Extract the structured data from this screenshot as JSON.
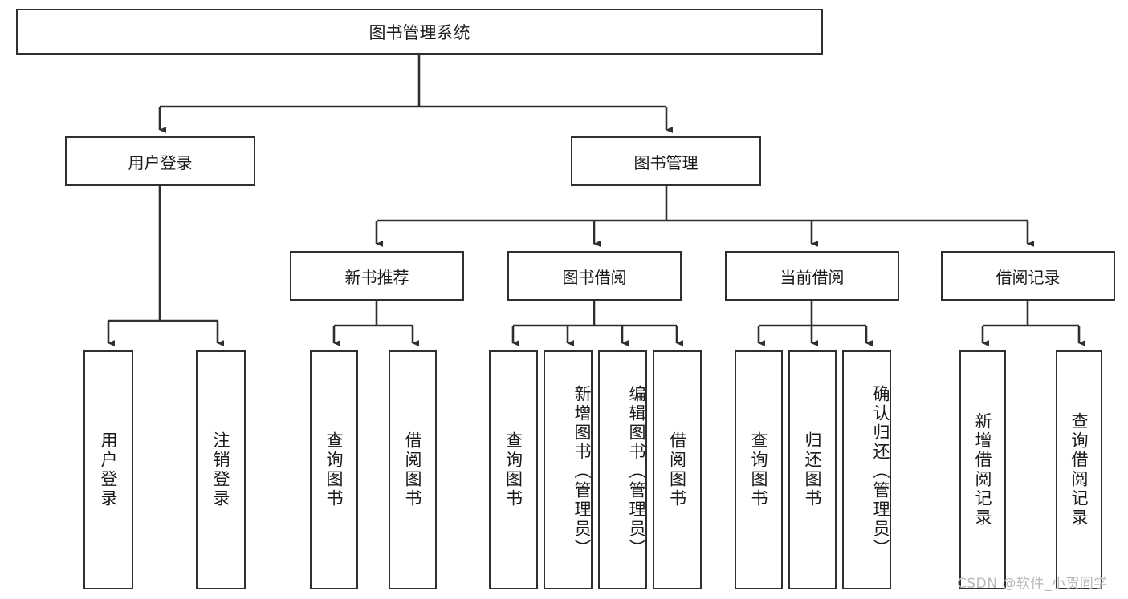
{
  "diagram": {
    "title": "图书管理系统",
    "type": "tree",
    "watermark": "CSDN @软件_小贺同学",
    "colors": {
      "node_border": "#2f2f2f",
      "node_fill": "#ffffff",
      "edge": "#2f2f2f",
      "text": "#1b1b1b",
      "watermark": "#b8b8b8"
    },
    "root": {
      "label": "图书管理系统"
    },
    "level2": [
      {
        "label": "用户登录"
      },
      {
        "label": "图书管理"
      }
    ],
    "level3": [
      {
        "label": "新书推荐"
      },
      {
        "label": "图书借阅"
      },
      {
        "label": "当前借阅"
      },
      {
        "label": "借阅记录"
      }
    ],
    "leaves": {
      "user_login": [
        {
          "label": "用户登录"
        },
        {
          "label": "注销登录"
        }
      ],
      "new_book_recommend": [
        {
          "label": "查询图书"
        },
        {
          "label": "借阅图书"
        }
      ],
      "book_borrow": [
        {
          "label": "查询图书"
        },
        {
          "label": "新增图书（管理员）"
        },
        {
          "label": "编辑图书（管理员）"
        },
        {
          "label": "借阅图书"
        }
      ],
      "current_borrow": [
        {
          "label": "查询图书"
        },
        {
          "label": "归还图书"
        },
        {
          "label": "确认归还（管理员）"
        }
      ],
      "borrow_record": [
        {
          "label": "新增借阅记录"
        },
        {
          "label": "查询借阅记录"
        }
      ]
    }
  }
}
